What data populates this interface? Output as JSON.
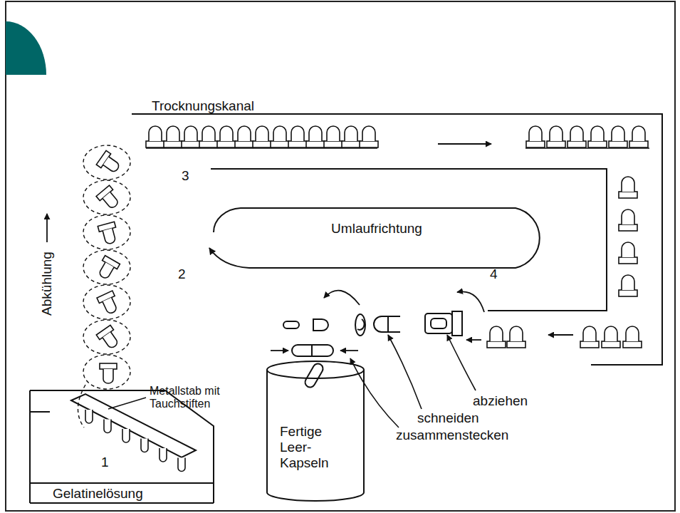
{
  "diagram": {
    "nodes": [
      {
        "text": [
          "Umlaufrichtung"
        ]
      },
      {
        "text": [
          "Fertige Leer-Kapseln"
        ]
      },
      {
        "text": [
          "Gelatinelösung"
        ]
      }
    ],
    "labels": [
      "Trocknungskanal",
      "3",
      "Abkühlung",
      "2",
      "4",
      "Metallstab mit Tauchstiften",
      "1",
      "abziehen",
      "schneiden",
      "zusammenstecken"
    ]
  }
}
